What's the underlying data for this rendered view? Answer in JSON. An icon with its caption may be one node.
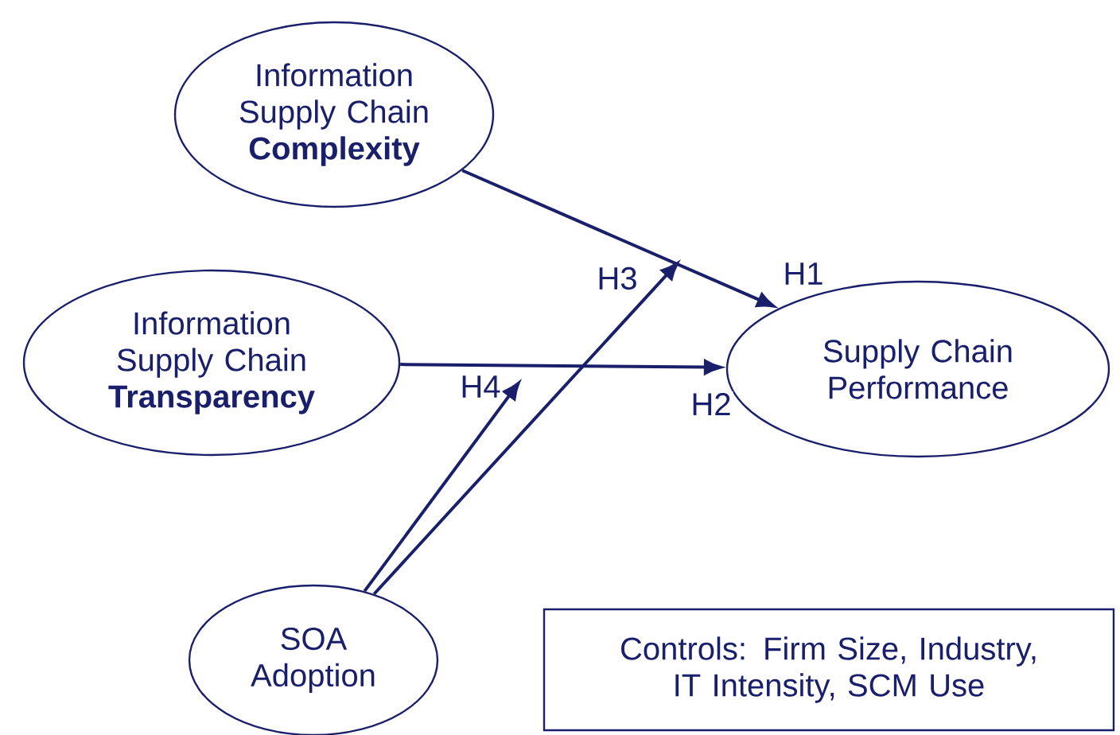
{
  "diagram": {
    "nodes": [
      {
        "text": [
          "Information Supply Chain **Complexity**"
        ]
      },
      {
        "text": [
          "Information Supply Chain **Transparency**"
        ]
      },
      {
        "text": [
          "Supply Chain Performance"
        ]
      },
      {
        "text": [
          "SOA Adoption"
        ]
      },
      {
        "text": [
          "Controls: Firm Size, Industry, IT Intensity, SCM Use"
        ]
      }
    ],
    "edges": [
      {
        "from": 0,
        "to": 2,
        "arrow": "to",
        "label": "H1"
      },
      {
        "from": 1,
        "to": 2,
        "arrow": "to",
        "label": "H2"
      },
      {
        "from": 3,
        "to": null,
        "arrow": "to",
        "label": "H3"
      },
      {
        "from": 3,
        "to": null,
        "arrow": "to",
        "label": "H4"
      }
    ]
  }
}
